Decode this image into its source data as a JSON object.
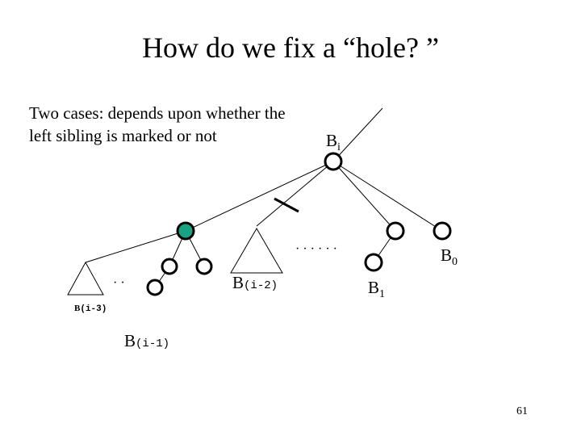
{
  "slide": {
    "title": "How do we fix a “hole? ”",
    "description": "Two cases: depends upon whether the left sibling is marked or not",
    "page_number": "61"
  },
  "labels": {
    "bi": {
      "main": "B",
      "sub": "i"
    },
    "b0": {
      "main": "B",
      "sub": "0"
    },
    "b1": {
      "main": "B",
      "sub": "1"
    },
    "b_i_minus_1": {
      "main": "B",
      "sub": "(i-1)"
    },
    "b_i_minus_2": {
      "main": "B",
      "sub": "(i-2)"
    },
    "b_i_minus_3": {
      "main": "B",
      "sub": "(i-3)"
    },
    "ellipsis_right": "· · · · · ·",
    "ellipsis_left": "· ·"
  },
  "colors": {
    "marked_node": "#1aa382",
    "node_fill": "#ffffff",
    "stroke": "#000000"
  }
}
